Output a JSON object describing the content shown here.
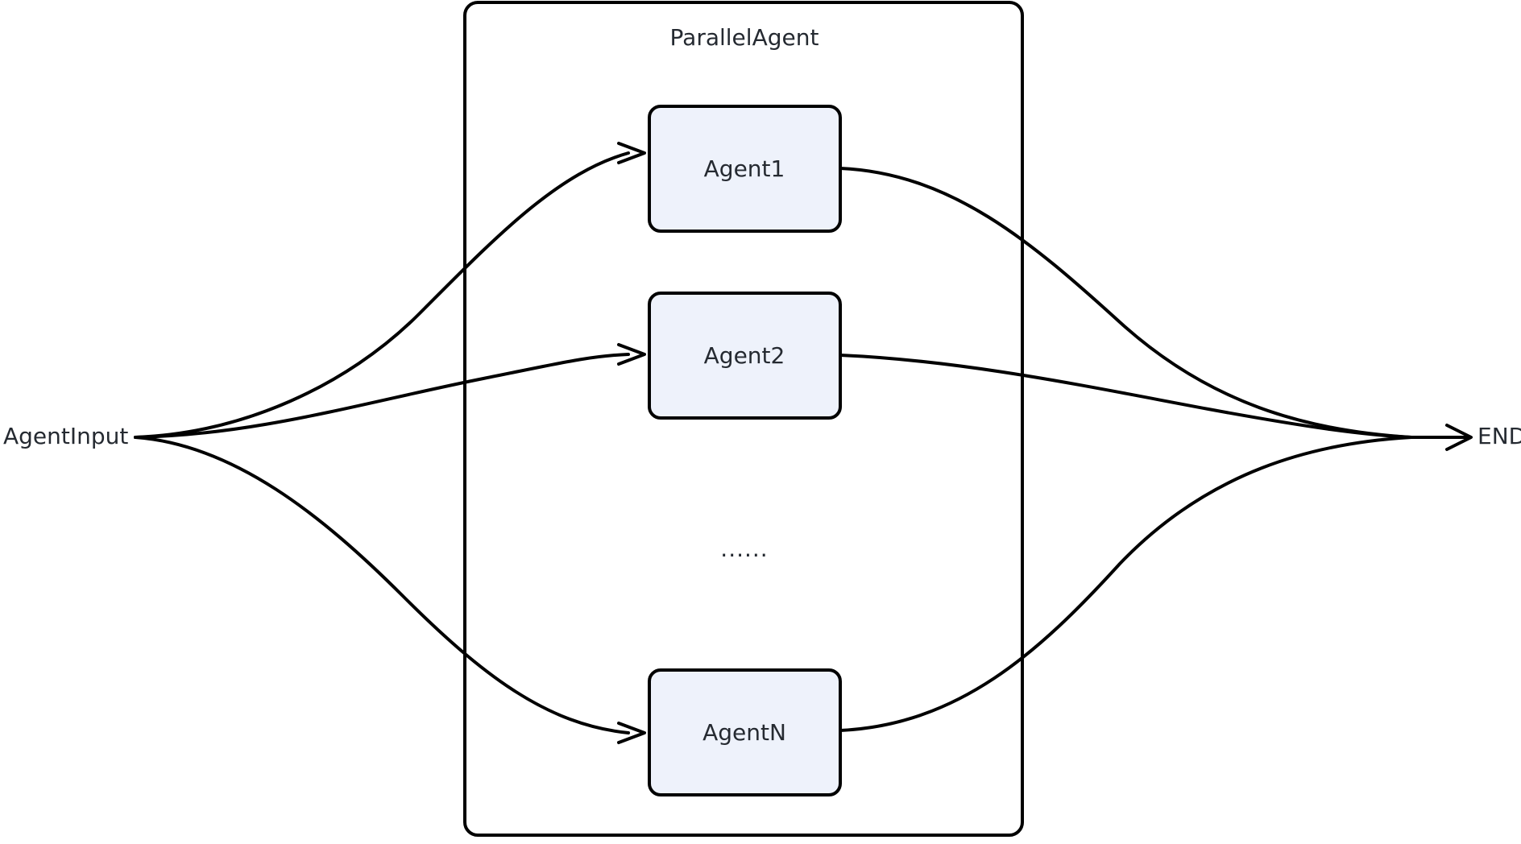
{
  "diagram": {
    "type": "flow-diagram",
    "title_visible": false,
    "background_color": "#ffffff",
    "stroke_color": "#000000",
    "node_fill_color": "#eef2fb",
    "text_color": "#252a31",
    "group": {
      "label": "ParallelAgent",
      "name": "parallel-agent-group"
    },
    "terminals": {
      "input": {
        "label": "AgentInput",
        "name": "agent-input-terminal"
      },
      "output": {
        "label": "END",
        "name": "end-terminal"
      }
    },
    "nodes": [
      {
        "id": "agent1",
        "label": "Agent1"
      },
      {
        "id": "agent2",
        "label": "Agent2"
      },
      {
        "id": "agentN",
        "label": "AgentN"
      }
    ],
    "ellipsis": {
      "label": "......"
    },
    "edges": [
      {
        "from": "AgentInput",
        "to": "Agent1",
        "arrow": true
      },
      {
        "from": "AgentInput",
        "to": "Agent2",
        "arrow": true
      },
      {
        "from": "AgentInput",
        "to": "AgentN",
        "arrow": true
      },
      {
        "from": "Agent1",
        "to": "END",
        "arrow": true
      },
      {
        "from": "Agent2",
        "to": "END",
        "arrow": true
      },
      {
        "from": "AgentN",
        "to": "END",
        "arrow": true
      }
    ]
  }
}
